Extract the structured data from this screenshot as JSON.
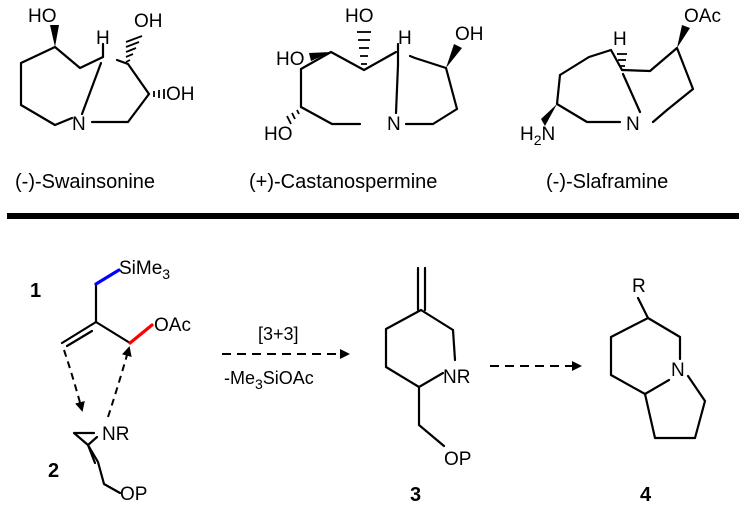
{
  "compounds": {
    "swainsonine": {
      "name": "(-)-Swainsonine",
      "oh_top_left": "HO",
      "oh_top_right": "OH",
      "oh_right": "OH",
      "h": "H",
      "n": "N"
    },
    "castanospermine": {
      "name": "(+)-Castanospermine",
      "ho_top": "HO",
      "ho_left": "HO",
      "ho_bottom": "HO",
      "oh_right": "OH",
      "h": "H",
      "n": "N"
    },
    "slaframine": {
      "name": "(-)-Slaframine",
      "oac": "OAc",
      "h": "H",
      "nh2": "H",
      "nh2_sub": "2",
      "nh2_n": "N",
      "n": "N"
    }
  },
  "scheme": {
    "cmpd1": {
      "number": "1",
      "sime3": "SiMe",
      "sime3_sub": "3",
      "oac": "OAc",
      "colors": {
        "silyl_bond": "#0000ff",
        "acetate_bond": "#ff0000"
      }
    },
    "cmpd2": {
      "number": "2",
      "nr": "NR",
      "op": "OP"
    },
    "arrow": {
      "above": "[3+3]",
      "below_pre": "-Me",
      "below_sub": "3",
      "below_post": "SiOAc"
    },
    "cmpd3": {
      "number": "3",
      "nr": "NR",
      "op": "OP"
    },
    "cmpd4": {
      "number": "4",
      "r": "R",
      "n": "N"
    }
  }
}
